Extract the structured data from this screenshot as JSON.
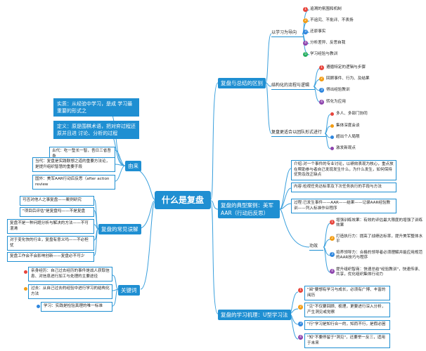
{
  "center": {
    "title": "什么是复盘"
  },
  "colors": {
    "accent": "#1f8fd2",
    "line": "#3aa0dd"
  },
  "right": {
    "branch1": {
      "label": "复盘与总结的区别",
      "sub1": {
        "label": "以学习为导向",
        "items": [
          "追溯的氛围和机制",
          "不追究、不批评、不表扬",
          "还原事实",
          "分析差异、反思自我",
          "学习经验与教训"
        ]
      },
      "sub2": {
        "label": "结构化的流程与逻辑",
        "items": [
          "遵循特定的逻辑与步骤",
          "回顾事件、行为、及结果",
          "得出经验教训",
          "转化为应用"
        ]
      },
      "sub3": {
        "label": "复盘更适合以团队形式进行",
        "items": [
          "多人、多部门协同",
          "集体深度会谈",
          "超出个人局限",
          "激发新观点"
        ]
      }
    },
    "branch2": {
      "label": "复盘的典型案例：美军AAR（行动后反思）",
      "intro": "介绍:对一个事件的专业讨论，以绩效表现为核心，重点放在帮助参与者自己发现发生什么，为什么发生，如何保持优势及改正缺点",
      "content": "内容:检视任务达标率及下次任务执行的手段与方法",
      "process": "过程:已发生事件——AAR——结果——记录AAR经验教训——列入标准作业程序",
      "effect": {
        "label": "功效",
        "items": [
          "增强训练效果：有效的评估最大限度的增强了训练效果",
          "打造执行力：提高了战绩达标率，提升美军整体水平",
          "培养领导力：合格的领导者必须理解并能应用规范的AAR技巧与程序",
          "提升组织智商：快速总结\"经验教训\"，快速传承、共享，优化组织集体行动力"
        ]
      }
    },
    "branch3": {
      "label": "复盘的学习机理：U型学习法",
      "items": [
        "\"阅\"要想有学习与成长，必须有广博、丰富的阅历",
        "\"见\"不仅要回顾、梳理，更要进行深入分析，产生洞见或觉察",
        "\"行\"学习是知行合一的，知而不行，是假必困",
        "\"知\"不要停留于\"洞见\"，还要举一反三，适用于未来"
      ]
    }
  },
  "left": {
    "def1": "实质：从经验中学习，是成 学习最重要的形式之",
    "def2": "定义：原是围棋术语，把对弈过程还原并且进 讨论、分析的过程",
    "origin": {
      "label": "由来",
      "items": [
        "古代：吃一堑长一智，吾日三省吾身",
        "当代：复盘是实践联想之道的重要方法论，是提升组织智慧的重要手段",
        "国外：美军AAR行动后反思（after action review"
      ]
    },
    "misread": {
      "label": "复盘的常见误解",
      "items": [
        "可否对他人之事复盘——案例研究",
        "\"项目后评估\"是复盘吗——不是复盘",
        "复盘不是一种问题分析与解决的方法——不可混淆",
        "对于变化快的行业，复盘有意义吗——不必担忧",
        "复盘工作会不会影响创新——复盘必不可少"
      ]
    },
    "keywords": {
      "label": "关键词",
      "items": [
        "亲身经历：自己过去经历的事件是战人获取信息、对信息进行加工与处理的主要途径",
        "过去：从自己过去的经验中进行学习的结构化方法",
        "学习：实践是检验真理的唯一标准"
      ]
    }
  }
}
